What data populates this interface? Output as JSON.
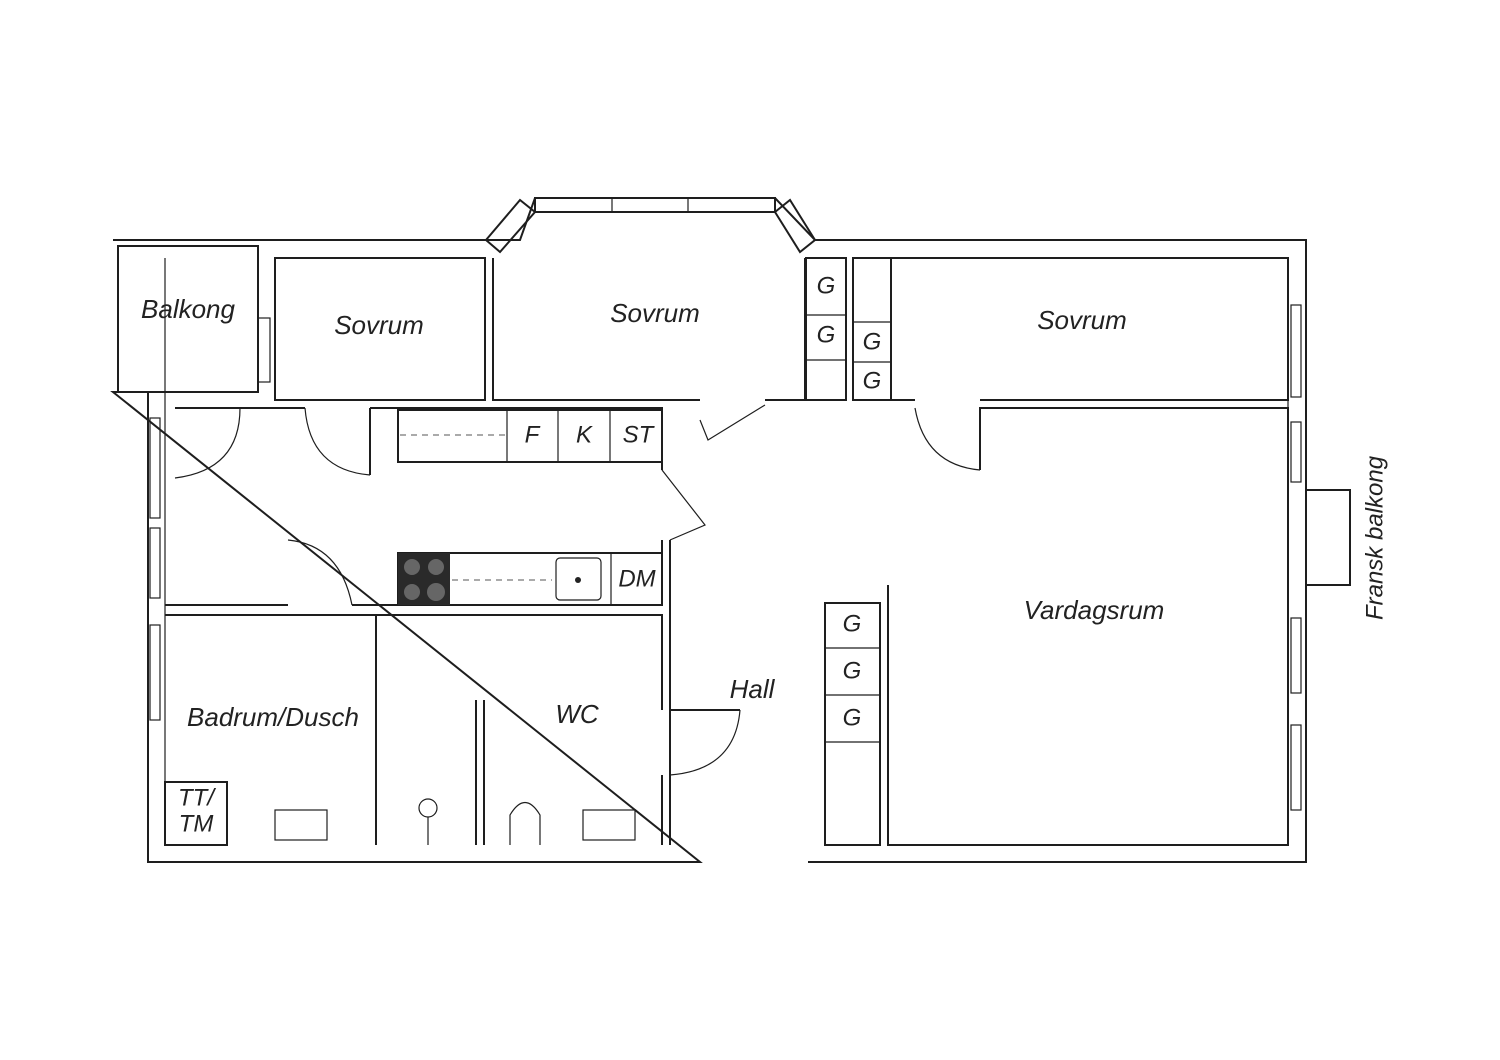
{
  "rooms": {
    "balkong": "Balkong",
    "sovrum_1": "Sovrum",
    "sovrum_2": "Sovrum",
    "sovrum_3": "Sovrum",
    "vardagsrum": "Vardagsrum",
    "hall": "Hall",
    "wc": "WC",
    "badrum": "Badrum/Dusch",
    "fransk_balkong": "Fransk balkong"
  },
  "fixtures": {
    "fridge": "F",
    "freezer": "K",
    "storage": "ST",
    "dishwasher": "DM",
    "washer_line1": "TT/",
    "washer_line2": "TM",
    "closet": "G"
  }
}
